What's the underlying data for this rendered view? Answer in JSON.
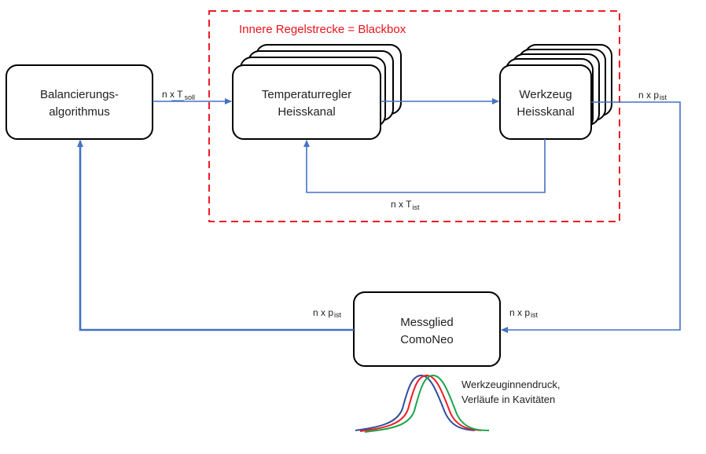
{
  "colors": {
    "arrow": "#4472c4",
    "blackbox_border": "#ee1c25",
    "box_border": "#000000",
    "curve_blue": "#2e4f9a",
    "curve_red": "#ee1c25",
    "curve_green": "#1aa64a"
  },
  "blackbox": {
    "title": "Innere Regelstrecke = Blackbox"
  },
  "blocks": {
    "balancing": {
      "line1": "Balancierungs-",
      "line2": "algorithmus"
    },
    "controller": {
      "line1": "Temperaturregler",
      "line2": "Heisskanal",
      "stack_count": 4
    },
    "tool": {
      "line1": "Werkzeug",
      "line2": "Heisskanal",
      "stack_count": 5
    },
    "measurement": {
      "line1": "Messglied",
      "line2": "ComoNeo"
    }
  },
  "edges": {
    "t_soll": {
      "prefix": "n x T",
      "sub": "soll"
    },
    "t_ist": {
      "prefix": "n x T",
      "sub": "ist"
    },
    "p_ist_out": {
      "prefix": "n x p",
      "sub": "ist"
    },
    "p_ist_in": {
      "prefix": "n x p",
      "sub": "ist"
    },
    "p_ist_back": {
      "prefix": "n x p",
      "sub": "ist"
    }
  },
  "curves": {
    "caption_line1": "Werkzeuginnendruck,",
    "caption_line2": "Verläufe in Kavitäten",
    "series": [
      "cavity-1",
      "cavity-2",
      "cavity-3"
    ]
  }
}
